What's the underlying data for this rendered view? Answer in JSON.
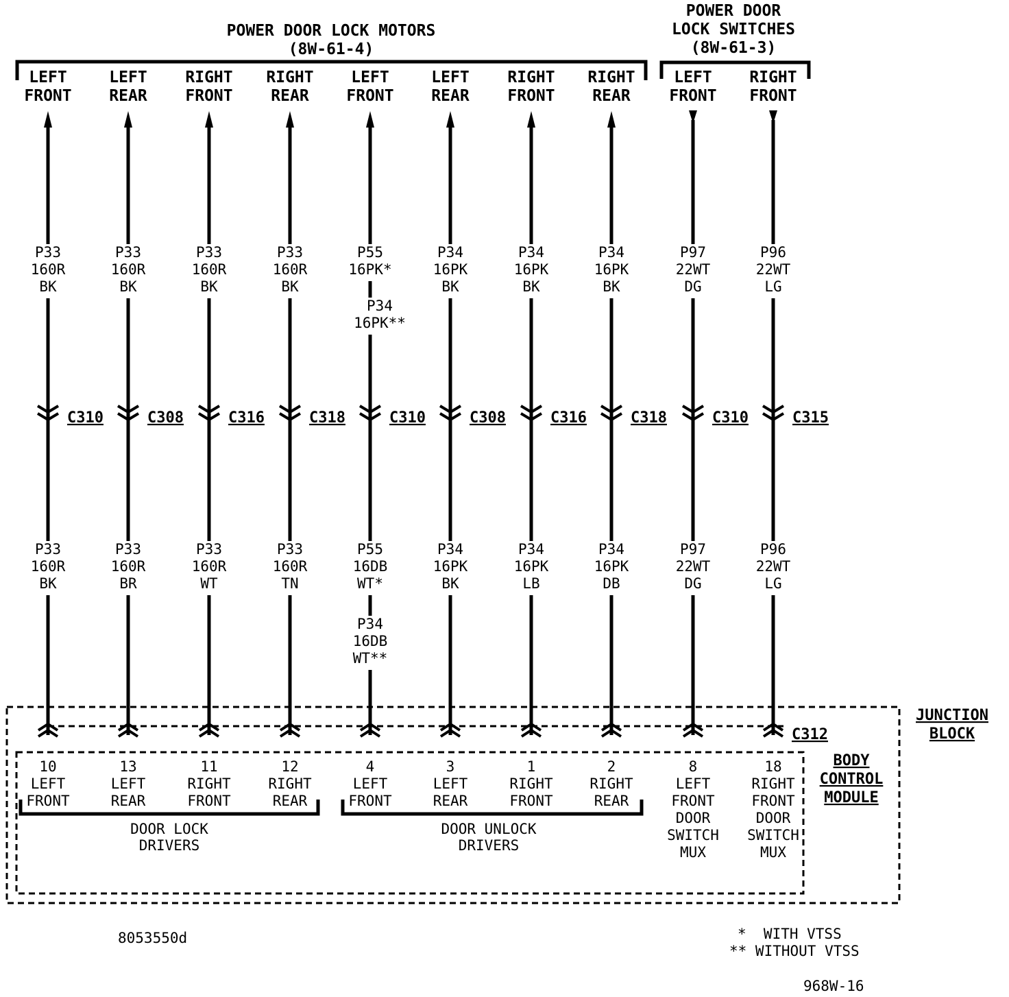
{
  "motors_group": {
    "title": "POWER DOOR LOCK MOTORS",
    "ref": "(8W-61-4)"
  },
  "switches_group": {
    "title_line1": "POWER DOOR",
    "title_line2": "LOCK SWITCHES",
    "ref": "(8W-61-3)"
  },
  "circuits": [
    {
      "dest": [
        "LEFT",
        "FRONT"
      ],
      "direction": "up",
      "upper": [
        "P33",
        "160R",
        "BK"
      ],
      "upper_alt": [],
      "connector": "C310",
      "lower": [
        "P33",
        "160R",
        "BK"
      ],
      "lower_alt": [],
      "pin": "10",
      "pin_label": [
        "LEFT",
        "FRONT"
      ]
    },
    {
      "dest": [
        "LEFT",
        "REAR"
      ],
      "direction": "up",
      "upper": [
        "P33",
        "160R",
        "BK"
      ],
      "upper_alt": [],
      "connector": "C308",
      "lower": [
        "P33",
        "160R",
        "BR"
      ],
      "lower_alt": [],
      "pin": "13",
      "pin_label": [
        "LEFT",
        "REAR"
      ]
    },
    {
      "dest": [
        "RIGHT",
        "FRONT"
      ],
      "direction": "up",
      "upper": [
        "P33",
        "160R",
        "BK"
      ],
      "upper_alt": [],
      "connector": "C316",
      "lower": [
        "P33",
        "160R",
        "WT"
      ],
      "lower_alt": [],
      "pin": "11",
      "pin_label": [
        "RIGHT",
        "FRONT"
      ]
    },
    {
      "dest": [
        "RIGHT",
        "REAR"
      ],
      "direction": "up",
      "upper": [
        "P33",
        "160R",
        "BK"
      ],
      "upper_alt": [],
      "connector": "C318",
      "lower": [
        "P33",
        "160R",
        "TN"
      ],
      "lower_alt": [],
      "pin": "12",
      "pin_label": [
        "RIGHT",
        "REAR"
      ]
    },
    {
      "dest": [
        "LEFT",
        "FRONT"
      ],
      "direction": "up",
      "upper": [
        "P55",
        "16PK*"
      ],
      "upper_alt": [
        "P34",
        "16PK**"
      ],
      "connector": "C310",
      "lower": [
        "P55",
        "16DB",
        "WT*"
      ],
      "lower_alt": [
        "P34",
        "16DB",
        "WT**"
      ],
      "pin": "4",
      "pin_label": [
        "LEFT",
        "FRONT"
      ]
    },
    {
      "dest": [
        "LEFT",
        "REAR"
      ],
      "direction": "up",
      "upper": [
        "P34",
        "16PK",
        "BK"
      ],
      "upper_alt": [],
      "connector": "C308",
      "lower": [
        "P34",
        "16PK",
        "BK"
      ],
      "lower_alt": [],
      "pin": "3",
      "pin_label": [
        "LEFT",
        "REAR"
      ]
    },
    {
      "dest": [
        "RIGHT",
        "FRONT"
      ],
      "direction": "up",
      "upper": [
        "P34",
        "16PK",
        "BK"
      ],
      "upper_alt": [],
      "connector": "C316",
      "lower": [
        "P34",
        "16PK",
        "LB"
      ],
      "lower_alt": [],
      "pin": "1",
      "pin_label": [
        "RIGHT",
        "FRONT"
      ]
    },
    {
      "dest": [
        "RIGHT",
        "REAR"
      ],
      "direction": "up",
      "upper": [
        "P34",
        "16PK",
        "BK"
      ],
      "upper_alt": [],
      "connector": "C318",
      "lower": [
        "P34",
        "16PK",
        "DB"
      ],
      "lower_alt": [],
      "pin": "2",
      "pin_label": [
        "RIGHT",
        "REAR"
      ]
    },
    {
      "dest": [
        "LEFT",
        "FRONT"
      ],
      "direction": "down",
      "upper": [
        "P97",
        "22WT",
        "DG"
      ],
      "upper_alt": [],
      "connector": "C310",
      "lower": [
        "P97",
        "22WT",
        "DG"
      ],
      "lower_alt": [],
      "pin": "8",
      "pin_label": [
        "LEFT",
        "FRONT",
        "DOOR",
        "SWITCH",
        "MUX"
      ]
    },
    {
      "dest": [
        "RIGHT",
        "FRONT"
      ],
      "direction": "down",
      "upper": [
        "P96",
        "22WT",
        "LG"
      ],
      "upper_alt": [],
      "connector": "C315",
      "lower": [
        "P96",
        "22WT",
        "LG"
      ],
      "lower_alt": [],
      "pin": "18",
      "pin_label": [
        "RIGHT",
        "FRONT",
        "DOOR",
        "SWITCH",
        "MUX"
      ]
    }
  ],
  "junction_block": {
    "label_line1": "JUNCTION",
    "label_line2": "BLOCK",
    "connector": "C312"
  },
  "body_control_module": {
    "label_line1": "BODY",
    "label_line2": "CONTROL",
    "label_line3": "MODULE"
  },
  "lock_drivers": {
    "line1": "DOOR LOCK",
    "line2": "DRIVERS"
  },
  "unlock_drivers": {
    "line1": "DOOR UNLOCK",
    "line2": "DRIVERS"
  },
  "part_number": "8053550d",
  "footnotes": {
    "with_vtss": "*  WITH VTSS",
    "without_vtss": "** WITHOUT VTSS"
  },
  "figure_ref": "968W-16"
}
